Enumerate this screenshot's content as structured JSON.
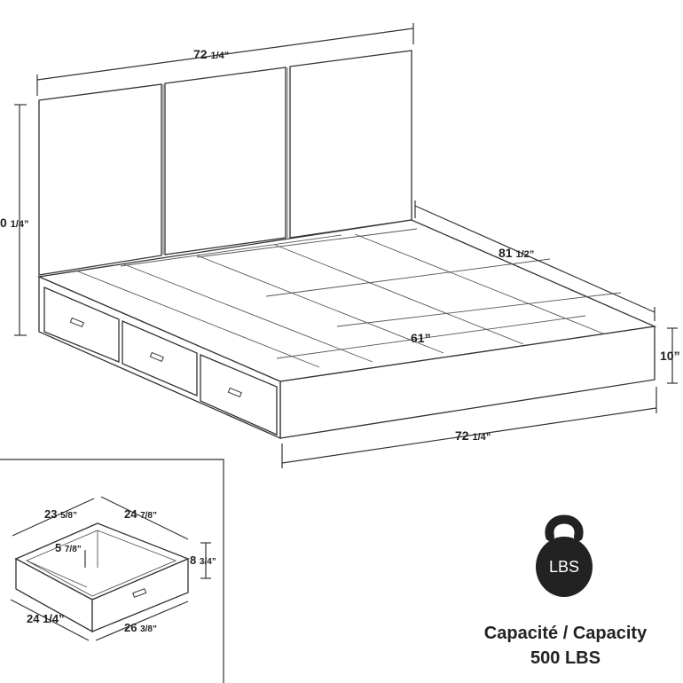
{
  "dimensions": {
    "headboard_width": "72",
    "headboard_width_frac": "1/4”",
    "headboard_height": "0",
    "headboard_height_frac": "1/4”",
    "bed_length": "81",
    "bed_length_frac": "1/2”",
    "inner_width": "61”",
    "frame_height": "10”",
    "base_width": "72",
    "base_width_frac": "1/4”"
  },
  "drawer": {
    "depth_back": "23",
    "depth_back_frac": "5/8”",
    "width_back": "24",
    "width_back_frac": "7/8”",
    "inner_height": "5",
    "inner_height_frac": "7/8”",
    "height": "8",
    "height_frac": "3/4”",
    "depth_front": "24 1/4”",
    "width_front": "26",
    "width_front_frac": "3/8”"
  },
  "capacity": {
    "icon": "kettlebell-icon",
    "icon_label": "LBS",
    "line1": "Capacité / Capacity",
    "line2": "500 LBS"
  }
}
